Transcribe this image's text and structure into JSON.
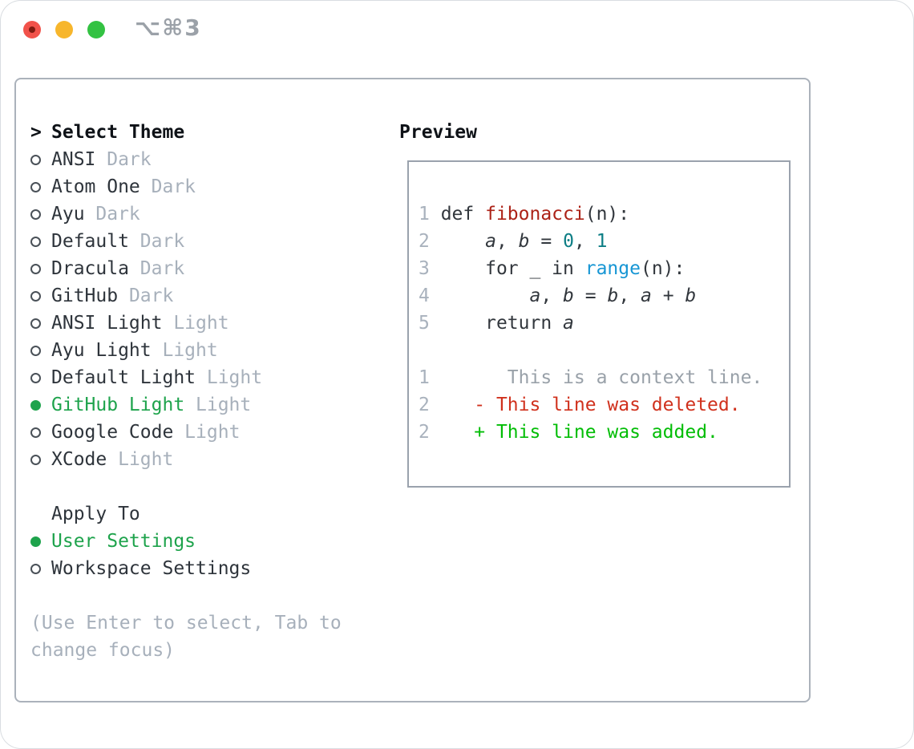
{
  "titlebar": {
    "title": "⌥⌘3",
    "traffic_lights": [
      "close",
      "minimize",
      "zoom"
    ]
  },
  "colors": {
    "selected_green": "#1ea34c",
    "added_green": "#02bd06",
    "deleted_red": "#d0311d",
    "function_red": "#ac2217",
    "number_teal": "#0d7e85",
    "builtin_blue": "#1796d4",
    "muted_gray": "#a7b0bb",
    "dark_text": "#2e343b",
    "panel_border": "#abb2bb"
  },
  "panel": {
    "header": {
      "prefix": ">",
      "label": "Select Theme"
    },
    "themes": [
      {
        "name": "ANSI",
        "variant": "Dark",
        "selected": false
      },
      {
        "name": "Atom One",
        "variant": "Dark",
        "selected": false
      },
      {
        "name": "Ayu",
        "variant": "Dark",
        "selected": false
      },
      {
        "name": "Default",
        "variant": "Dark",
        "selected": false
      },
      {
        "name": "Dracula",
        "variant": "Dark",
        "selected": false
      },
      {
        "name": "GitHub",
        "variant": "Dark",
        "selected": false
      },
      {
        "name": "ANSI Light",
        "variant": "Light",
        "selected": false
      },
      {
        "name": "Ayu Light",
        "variant": "Light",
        "selected": false
      },
      {
        "name": "Default Light",
        "variant": "Light",
        "selected": false
      },
      {
        "name": "GitHub Light",
        "variant": "Light",
        "selected": true
      },
      {
        "name": "Google Code",
        "variant": "Light",
        "selected": false
      },
      {
        "name": "XCode",
        "variant": "Light",
        "selected": false
      }
    ],
    "apply_to": {
      "label": "Apply To",
      "options": [
        {
          "name": "User Settings",
          "selected": true
        },
        {
          "name": "Workspace Settings",
          "selected": false
        }
      ]
    },
    "hint1": "(Use Enter to select, Tab to",
    "hint2": "change focus)"
  },
  "preview": {
    "label": "Preview",
    "lines": [
      {
        "num": "1",
        "segs": [
          {
            "t": "def ",
            "c": "k"
          },
          {
            "t": "fibonacci",
            "c": "fn"
          },
          {
            "t": "(n):",
            "c": "p"
          }
        ]
      },
      {
        "num": "2",
        "segs": [
          {
            "t": "    ",
            "c": "p"
          },
          {
            "t": "a",
            "c": "v"
          },
          {
            "t": ", ",
            "c": "p"
          },
          {
            "t": "b",
            "c": "v"
          },
          {
            "t": " = ",
            "c": "p"
          },
          {
            "t": "0",
            "c": "nl"
          },
          {
            "t": ", ",
            "c": "p"
          },
          {
            "t": "1",
            "c": "nl"
          }
        ]
      },
      {
        "num": "3",
        "segs": [
          {
            "t": "    for _ in ",
            "c": "p"
          },
          {
            "t": "range",
            "c": "bl"
          },
          {
            "t": "(n):",
            "c": "p"
          }
        ]
      },
      {
        "num": "4",
        "segs": [
          {
            "t": "        ",
            "c": "p"
          },
          {
            "t": "a",
            "c": "v"
          },
          {
            "t": ", ",
            "c": "p"
          },
          {
            "t": "b",
            "c": "v"
          },
          {
            "t": " = ",
            "c": "p"
          },
          {
            "t": "b",
            "c": "v"
          },
          {
            "t": ", ",
            "c": "p"
          },
          {
            "t": "a",
            "c": "v"
          },
          {
            "t": " + ",
            "c": "p"
          },
          {
            "t": "b",
            "c": "v"
          }
        ]
      },
      {
        "num": "5",
        "segs": [
          {
            "t": "    return ",
            "c": "p"
          },
          {
            "t": "a",
            "c": "v"
          }
        ]
      },
      {
        "num": "",
        "segs": []
      },
      {
        "num": "1",
        "segs": [
          {
            "t": "      This is a context line.",
            "c": "ctx"
          }
        ]
      },
      {
        "num": "2",
        "segs": [
          {
            "t": "   ",
            "c": "p"
          },
          {
            "t": "- This line was deleted.",
            "c": "del"
          }
        ]
      },
      {
        "num": "2",
        "segs": [
          {
            "t": "   ",
            "c": "p"
          },
          {
            "t": "+ This line was added.",
            "c": "add"
          }
        ]
      }
    ]
  }
}
